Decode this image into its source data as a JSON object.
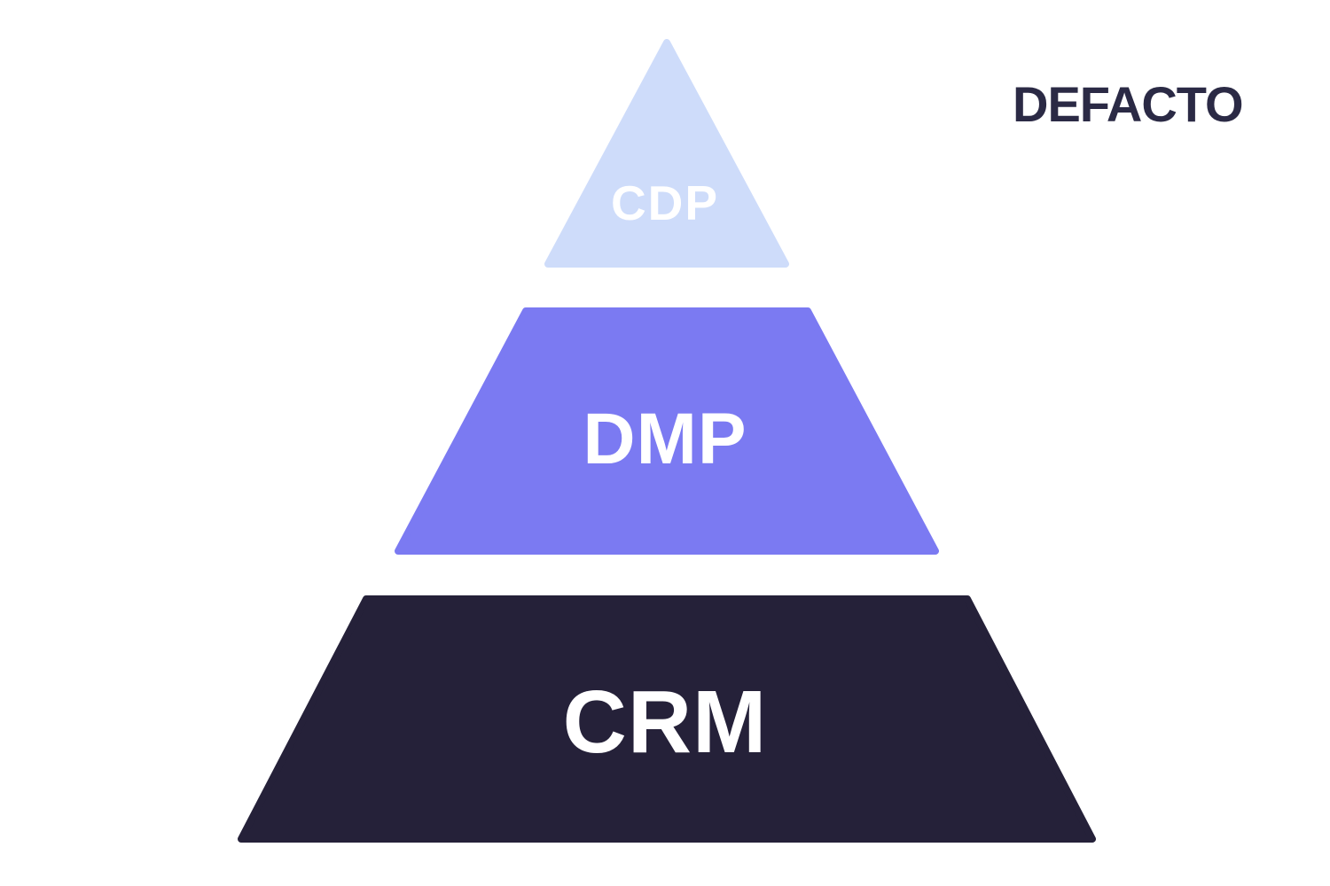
{
  "page": {
    "background": "#ffffff"
  },
  "logo": {
    "text": "DEFACTO",
    "color": "#2b2a45"
  },
  "diagram": {
    "type": "pyramid",
    "levels": [
      {
        "rank": 1,
        "label": "CDP",
        "fill": "#cedcfa",
        "text_color": "#ffffff"
      },
      {
        "rank": 2,
        "label": "DMP",
        "fill": "#7b7af2",
        "text_color": "#ffffff"
      },
      {
        "rank": 3,
        "label": "CRM",
        "fill": "#252139",
        "text_color": "#ffffff"
      }
    ]
  }
}
